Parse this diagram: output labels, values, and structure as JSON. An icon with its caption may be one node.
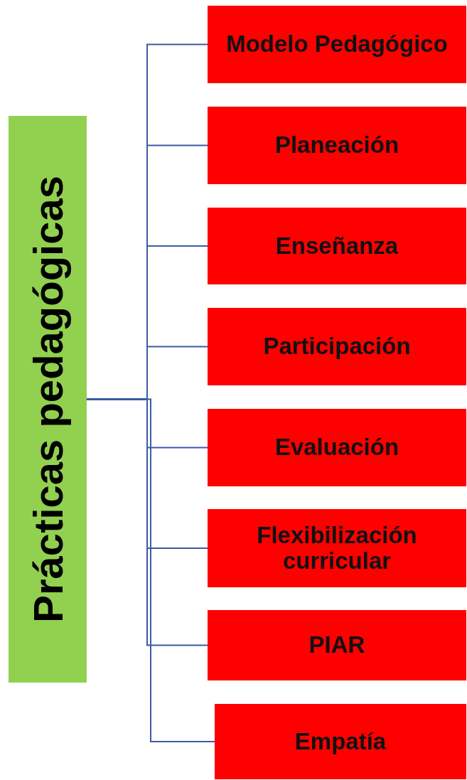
{
  "diagram": {
    "nodes": [
      {
        "text": [
          "Prácticas pedagógicas"
        ]
      },
      {
        "text": [
          "Modelo Pedagógico"
        ]
      },
      {
        "text": [
          "Planeación"
        ]
      },
      {
        "text": [
          "Enseñanza"
        ]
      },
      {
        "text": [
          "Participación"
        ]
      },
      {
        "text": [
          "Evaluación"
        ]
      },
      {
        "text": [
          "Flexibilización curricular"
        ]
      },
      {
        "text": [
          "PIAR"
        ]
      },
      {
        "text": [
          "Empatía"
        ]
      }
    ],
    "edges": [
      {
        "from": 0,
        "to": 1,
        "arrow": "none"
      },
      {
        "from": 0,
        "to": 2,
        "arrow": "none"
      },
      {
        "from": 0,
        "to": 3,
        "arrow": "none"
      },
      {
        "from": 0,
        "to": 4,
        "arrow": "none"
      },
      {
        "from": 0,
        "to": 5,
        "arrow": "none"
      },
      {
        "from": 0,
        "to": 6,
        "arrow": "none"
      },
      {
        "from": 0,
        "to": 7,
        "arrow": "none"
      },
      {
        "from": 0,
        "to": 8,
        "arrow": "none"
      }
    ]
  }
}
